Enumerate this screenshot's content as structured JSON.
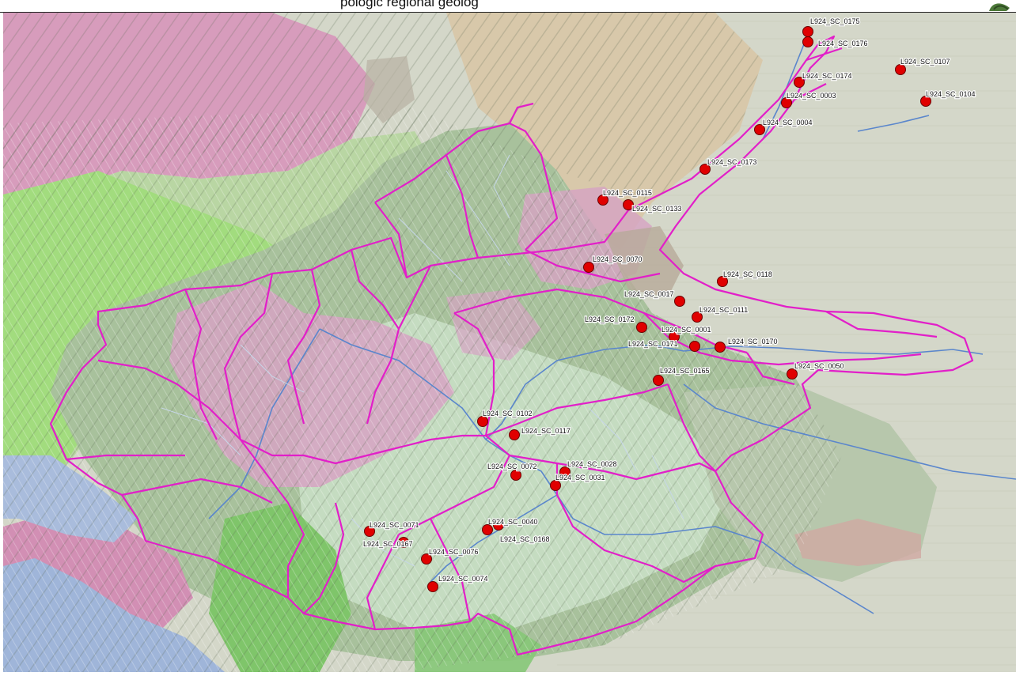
{
  "header": {
    "title": "pologic regional geolog"
  },
  "colors": {
    "boundary": "#e01ec8",
    "station": "#e00000",
    "river": "#4a78c8",
    "plain": "#d6d8c8",
    "hill_green": "#a9c79a",
    "hill_light": "#c4dcc0",
    "geo_pink": "#d896b6",
    "geo_green": "#9ed87a",
    "geo_blue": "#9db4d8",
    "geo_tan": "#d6c4a4"
  },
  "stations": [
    {
      "id": "L924_SC_0175"
    },
    {
      "id": "L924_SC_0176"
    },
    {
      "id": "L924_SC_0107"
    },
    {
      "id": "L924_SC_0174"
    },
    {
      "id": "L924_SC_0003"
    },
    {
      "id": "L924_SC_0104"
    },
    {
      "id": "L924_SC_0004"
    },
    {
      "id": "L924_SC_0173"
    },
    {
      "id": "L924_SC_0115"
    },
    {
      "id": "L924_SC_0133"
    },
    {
      "id": "L924_SC_0070"
    },
    {
      "id": "L924_SC_0118"
    },
    {
      "id": "L924_SC_0017"
    },
    {
      "id": "L924_SC_0111"
    },
    {
      "id": "L924_SC_0172"
    },
    {
      "id": "L924_SC_0001"
    },
    {
      "id": "L924_SC_0171"
    },
    {
      "id": "L924_SC_0170"
    },
    {
      "id": "L924_SC_0050"
    },
    {
      "id": "L924_SC_0165"
    },
    {
      "id": "L924_SC_0102"
    },
    {
      "id": "L924_SC_0117"
    },
    {
      "id": "L924_SC_0072"
    },
    {
      "id": "L924_SC_0028"
    },
    {
      "id": "L924_SC_0031"
    },
    {
      "id": "L924_SC_0040"
    },
    {
      "id": "L924_SC_0168"
    },
    {
      "id": "L924_SC_0071"
    },
    {
      "id": "L924_SC_0167"
    },
    {
      "id": "L924_SC_0076"
    },
    {
      "id": "L924_SC_0074"
    }
  ]
}
